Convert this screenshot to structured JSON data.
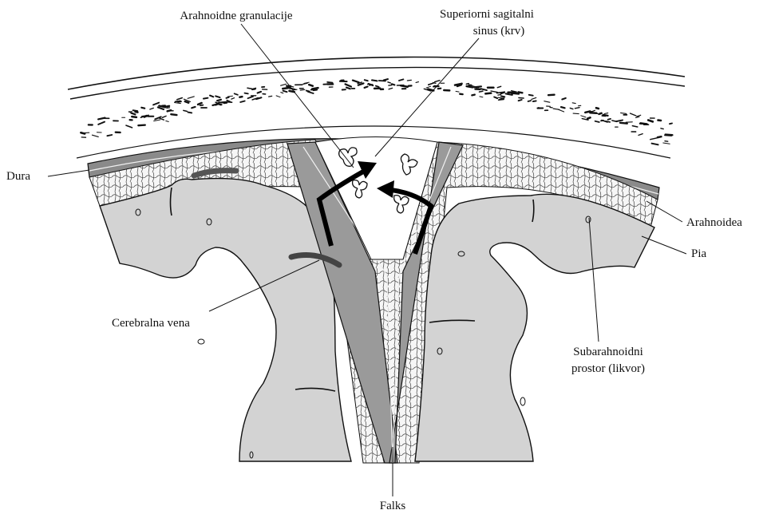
{
  "diagram": {
    "labels": {
      "arachnoid_granulations": "Arahnoidne granulacije",
      "sinus_line1": "Superiorni sagitalni",
      "sinus_line2": "sinus (krv)",
      "dura": "Dura",
      "arachnoid": "Arahnoidea",
      "pia": "Pia",
      "cerebral_vein": "Cerebralna vena",
      "subarachnoid_line1": "Subarahnoidni",
      "subarachnoid_line2": "prostor (likvor)",
      "falx": "Falks"
    },
    "colors": {
      "brain_fill": "#d3d3d3",
      "ink": "#111111",
      "background": "#ffffff",
      "csf_fill": "#f4f4f4"
    }
  }
}
